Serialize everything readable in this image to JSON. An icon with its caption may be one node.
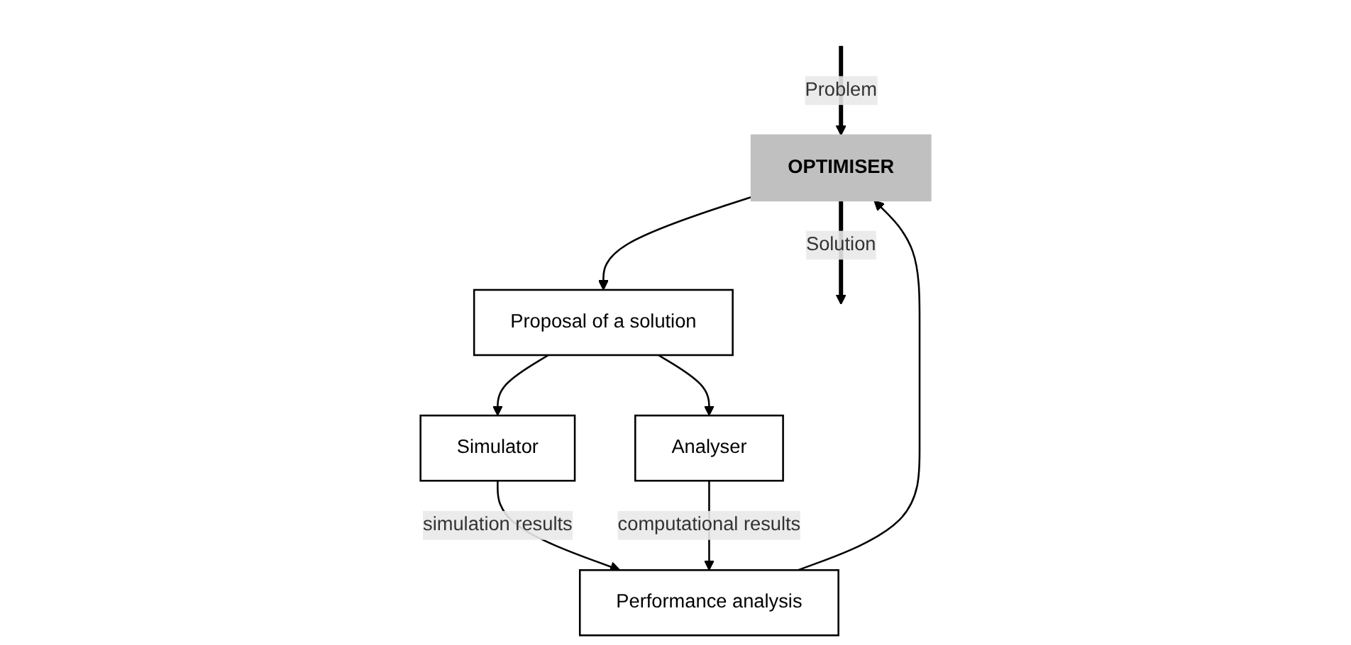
{
  "diagram": {
    "nodes": [
      {
        "text": [
          "OPTIMISER"
        ]
      },
      {
        "text": [
          "Proposal of a solution"
        ]
      },
      {
        "text": [
          "Performance analysis"
        ]
      },
      {
        "text": [
          "Simulator"
        ]
      },
      {
        "text": [
          "Analyser"
        ]
      }
    ],
    "edges": [
      {
        "from": null,
        "to": 0,
        "arrow": "to",
        "label": "Problem",
        "style": "thick"
      },
      {
        "from": 0,
        "to": null,
        "arrow": "to",
        "label": "Solution",
        "style": "thick"
      },
      {
        "from": 0,
        "to": 1,
        "arrow": "to"
      },
      {
        "from": 2,
        "to": 0,
        "arrow": "to"
      },
      {
        "from": 1,
        "to": 3,
        "arrow": "to"
      },
      {
        "from": 1,
        "to": 4,
        "arrow": "to"
      },
      {
        "from": 3,
        "to": 2,
        "arrow": "to",
        "label": "simulation results"
      },
      {
        "from": 4,
        "to": 2,
        "arrow": "to",
        "label": "computational results"
      }
    ]
  }
}
